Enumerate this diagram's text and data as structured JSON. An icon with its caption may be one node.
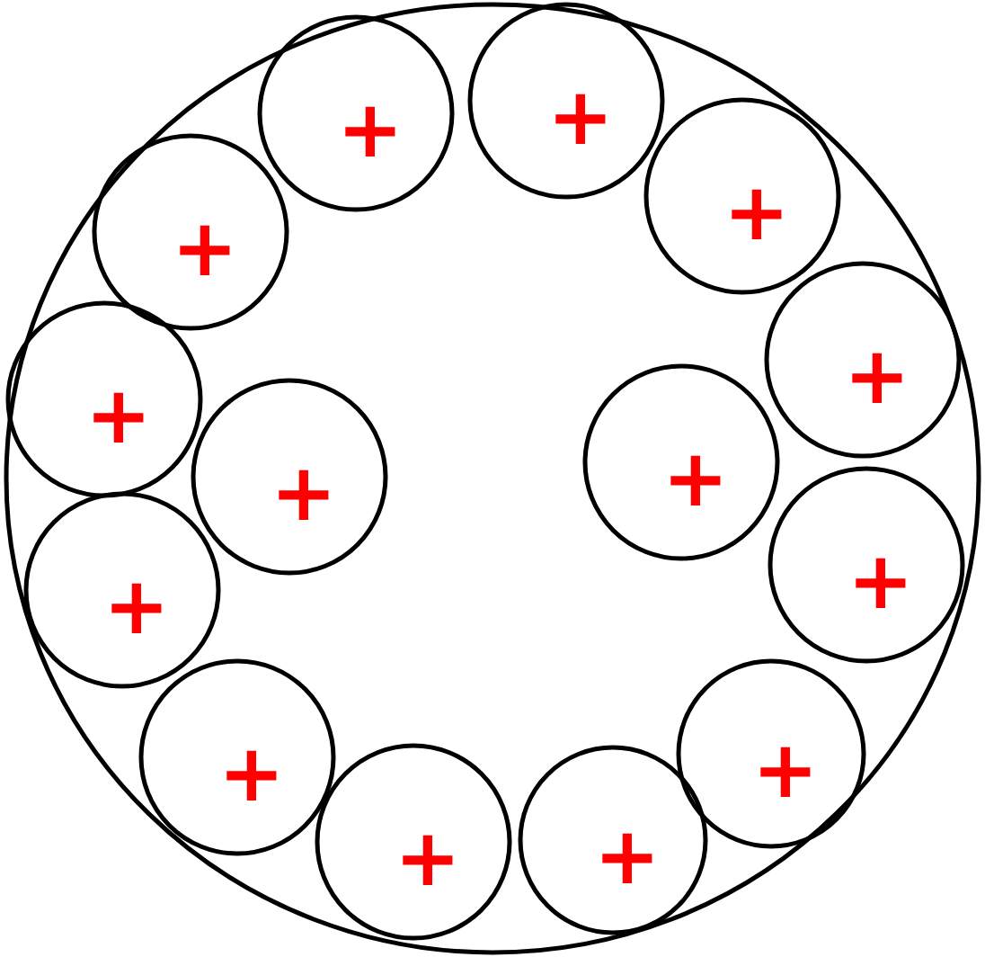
{
  "diagram": {
    "nodes": [
      {
        "text": [],
        "shape": "circle"
      },
      {
        "text": [
          "+"
        ],
        "in": 0
      },
      {
        "text": [
          "+"
        ],
        "in": 0
      },
      {
        "text": [
          "+"
        ],
        "in": 0
      },
      {
        "text": [
          "+"
        ],
        "in": 0
      },
      {
        "text": [
          "+"
        ],
        "in": 0
      },
      {
        "text": [
          "+"
        ],
        "in": 0
      },
      {
        "text": [
          "+"
        ],
        "in": 0
      },
      {
        "text": [
          "+"
        ],
        "in": 0
      },
      {
        "text": [
          "+"
        ],
        "in": 0
      },
      {
        "text": [
          "+"
        ],
        "in": 0
      },
      {
        "text": [
          "+"
        ],
        "in": 0
      },
      {
        "text": [
          "+"
        ],
        "in": 0
      },
      {
        "text": [
          "+"
        ],
        "in": 0
      },
      {
        "text": [
          "+"
        ],
        "in": 0
      }
    ]
  }
}
